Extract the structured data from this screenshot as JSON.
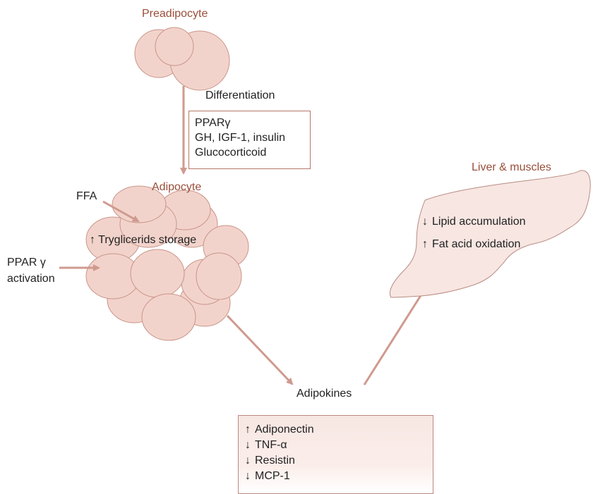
{
  "colors": {
    "cell_fill": "#f2d3cb",
    "cell_stroke": "#c9958a",
    "arrow": "#cf9a8e",
    "accent_text": "#9a4e3a",
    "liver_fill": "#f7e6e2"
  },
  "labels": {
    "preadipocyte": "Preadipocyte",
    "differentiation": "Differentiation",
    "adipocyte": "Adipocyte",
    "ffa": "FFA",
    "trig_storage": "↑ Tryglicerids storage",
    "ppar_line1": "PPAR γ",
    "ppar_line2": "activation",
    "liver_title": "Liver & muscles",
    "adipokines": "Adipokines"
  },
  "differentiation_factors": [
    "PPARγ",
    "GH, IGF-1, insulin",
    "Glucocorticoid"
  ],
  "liver_effects": [
    {
      "arrow": "↓",
      "text": "Lipid accumulation"
    },
    {
      "arrow": "↑",
      "text": "Fat acid oxidation"
    }
  ],
  "adipokine_effects": [
    {
      "arrow": "↑",
      "text": "Adiponectin"
    },
    {
      "arrow": "↓",
      "text": "TNF-α"
    },
    {
      "arrow": "↓",
      "text": "Resistin"
    },
    {
      "arrow": "↓",
      "text": "MCP-1"
    }
  ]
}
